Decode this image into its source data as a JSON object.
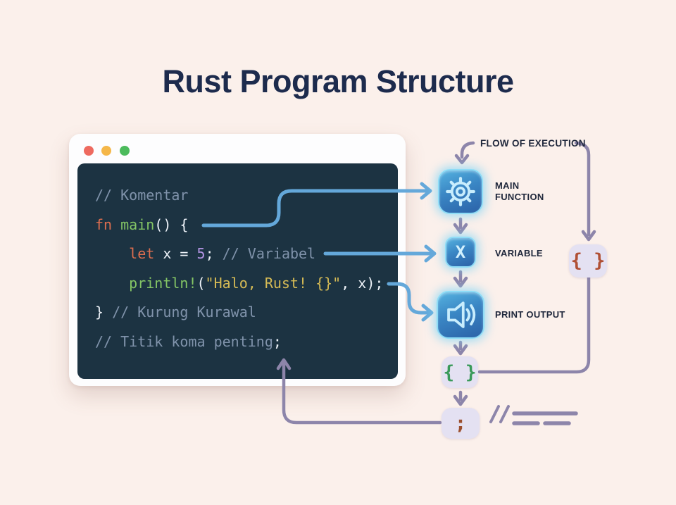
{
  "title": "Rust Program Structure",
  "colors": {
    "background": "#fbf0eb",
    "title_text": "#1d2b4d",
    "code_background": "#1c3342",
    "arrow_blue": "#64a8da",
    "arrow_purple": "#8d85aa",
    "icon_blue_light": "#55b2e0",
    "icon_blue_dark": "#2b62a8",
    "badge_background": "#e4e1f2",
    "braces_green": "#3a9a5a",
    "braces_rust": "#b05035",
    "traffic_red": "#ee6a5f",
    "traffic_yellow": "#f5b749",
    "traffic_green": "#4cbb5c"
  },
  "code_window": {
    "lines": [
      {
        "segments": [
          {
            "text": "// Komentar"
          }
        ]
      },
      {
        "segments": [
          {
            "text": "fn "
          },
          {
            "text": "main"
          },
          {
            "text": "() {"
          }
        ]
      },
      {
        "segments": [
          {
            "text": "    "
          },
          {
            "text": "let"
          },
          {
            "text": " x = "
          },
          {
            "text": "5"
          },
          {
            "text": ";"
          },
          {
            "text": " // Variabel"
          }
        ]
      },
      {
        "segments": [
          {
            "text": "    "
          },
          {
            "text": "println!"
          },
          {
            "text": "("
          },
          {
            "text": "\"Halo, Rust! {}\""
          },
          {
            "text": ", x);"
          }
        ]
      },
      {
        "segments": [
          {
            "text": "} "
          },
          {
            "text": "// Kurung Kurawal"
          }
        ]
      },
      {
        "segments": [
          {
            "text": "// Titik koma penting"
          },
          {
            "text": ";"
          }
        ]
      }
    ]
  },
  "flow": {
    "header_label": "FLOW OF EXECUTION",
    "main_function": {
      "label": "MAIN\nFUNCTION"
    },
    "variable": {
      "label": "VARIABLE",
      "glyph": "X"
    },
    "print_output": {
      "label": "PRINT OUTPUT"
    },
    "block_braces": {
      "glyph": "{ }"
    },
    "side_braces": {
      "glyph": "{ }"
    },
    "semicolon": {
      "glyph": ";"
    }
  }
}
